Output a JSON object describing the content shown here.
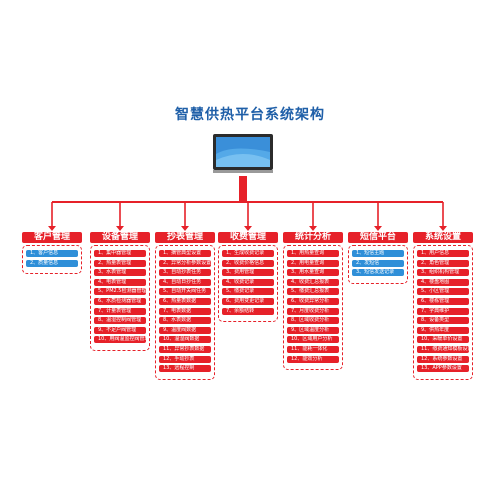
{
  "title": "智慧供热平台系统架构",
  "colors": {
    "red": "#e62129",
    "blue": "#2f8fd8",
    "title": "#1f5fa8"
  },
  "monitor_icon": "monitor-icon",
  "categories": [
    {
      "name": "客户管理",
      "style": "blue",
      "items": [
        "1、客户信息",
        "2、质量信息"
      ]
    },
    {
      "name": "设备管理",
      "style": "red",
      "items": [
        "1、集中器管理",
        "2、热量表管理",
        "3、水表管理",
        "4、电表管理",
        "5、PM2.5检测器管理",
        "6、水质检测器管理",
        "7、计量表管理",
        "8、温湿控制阀管理",
        "9、不足户阀管理",
        "10、用阀温监控阀管理"
      ]
    },
    {
      "name": "抄表管理",
      "style": "red",
      "items": [
        "1、摘管典型设置",
        "2、异常分析参数设置",
        "3、自动抄表任务",
        "4、自动日抄任务",
        "5、自动开关阀任务",
        "6、热量表数据",
        "7、电表数据",
        "8、水表数据",
        "9、温度阀数据",
        "10、温湿阀数据",
        "11、异常抄表数据",
        "12、手动抄表",
        "13、远程控制"
      ]
    },
    {
      "name": "收费管理",
      "style": "red",
      "items": [
        "1、生成收费记录",
        "2、收费价格信息",
        "3、费用管理",
        "4、收费记录",
        "5、缴费记录",
        "6、费用变更记录",
        "7、余额结转"
      ]
    },
    {
      "name": "统计分析",
      "style": "red",
      "items": [
        "1、用热量查询",
        "2、用电量查询",
        "3、用水量查询",
        "4、收费汇总报表",
        "5、缴费汇总报表",
        "6、收费异常分析",
        "7、月度收费分析",
        "8、区域收费分析",
        "9、区域温度分析",
        "10、区域用户分析",
        "11、能耗一体化",
        "12、能效分析"
      ]
    },
    {
      "name": "短信平台",
      "style": "blue",
      "items": [
        "1、短信主题",
        "2、发短信",
        "3、短信发送记录"
      ]
    },
    {
      "name": "系统设置",
      "style": "red",
      "items": [
        "1、用户信息",
        "2、角色管理",
        "3、组织机构管理",
        "4、楼盘地图",
        "5、小区管理",
        "6、楼栋管理",
        "7、字典维护",
        "8、设备类型",
        "9、供热年度",
        "10、采暖单价设置",
        "11、缴费通知模板设置",
        "12、系统参数设置",
        "13、APP参数设置"
      ]
    }
  ]
}
